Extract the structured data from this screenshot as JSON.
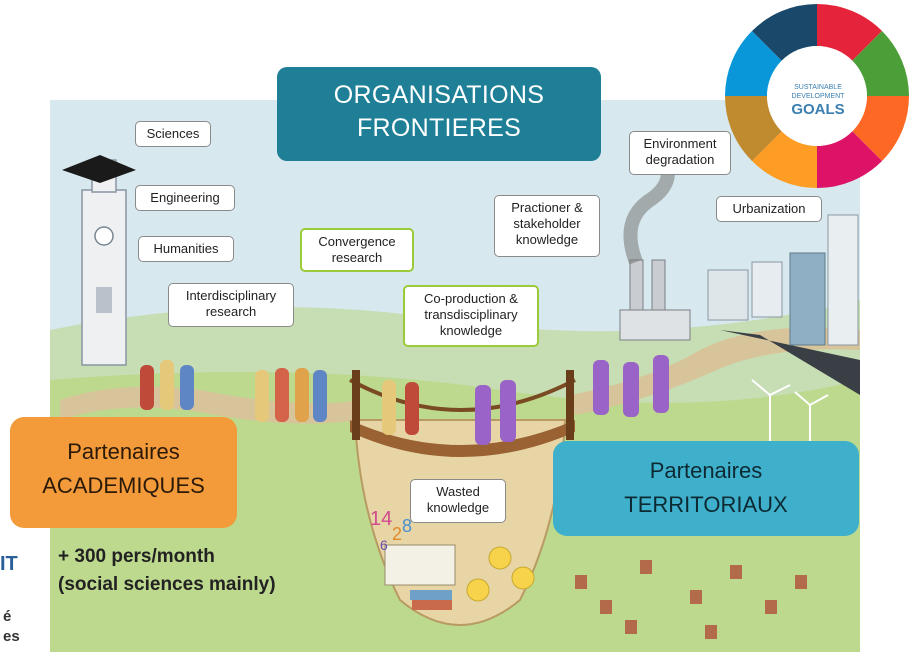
{
  "title_box": {
    "line1": "ORGANISATIONS",
    "line2": "FRONTIERES"
  },
  "academic_box": {
    "line1": "Partenaires",
    "line2": "ACADEMIQUES"
  },
  "territorial_box": {
    "line1": "Partenaires",
    "line2": "TERRITORIAUX"
  },
  "staff_note": {
    "line1": "+ 300 pers/month",
    "line2": "(social sciences mainly)"
  },
  "sdg_wheel": {
    "line1": "SUSTAINABLE",
    "line2": "DEVELOPMENT",
    "line3": "GOALS"
  },
  "bubbles": {
    "sciences": "Sciences",
    "engineering": "Engineering",
    "humanities": "Humanities",
    "interdisciplinary": {
      "line1": "Interdisciplinary",
      "line2": "research"
    },
    "convergence": {
      "line1": "Convergence",
      "line2": "research"
    },
    "coproduction": {
      "line1": "Co-production &",
      "line2": "transdisciplinary",
      "line3": "knowledge"
    },
    "practioner": {
      "line1": "Practioner &",
      "line2": "stakeholder",
      "line3": "knowledge"
    },
    "environment": {
      "line1": "Environment",
      "line2": "degradation"
    },
    "urbanization": "Urbanization",
    "wasted": {
      "line1": "Wasted",
      "line2": "knowledge"
    }
  },
  "left_edge_fragments": {
    "logo_text": "IT",
    "line1": "é",
    "line2": "es"
  },
  "colors": {
    "title_box": "#1f7f96",
    "academic_box": "#f39a3a",
    "territorial_box": "#3fb0cc",
    "sky": "#cfe3ea",
    "grass": "#b9d98a",
    "road": "#3a3f45",
    "path": "#d8c49a"
  }
}
